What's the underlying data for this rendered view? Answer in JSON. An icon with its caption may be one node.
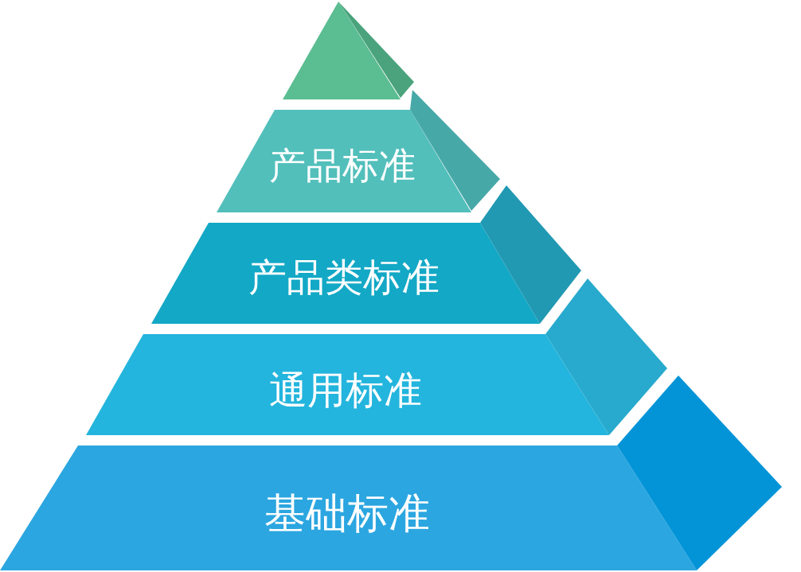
{
  "diagram": {
    "nodes": [
      {
        "text": [],
        "shape": "triangle"
      },
      {
        "text": [
          "产品标准"
        ]
      },
      {
        "text": [
          "产品类标准"
        ]
      },
      {
        "text": [
          "通用标准"
        ]
      },
      {
        "text": [
          "基础标准"
        ]
      }
    ]
  }
}
